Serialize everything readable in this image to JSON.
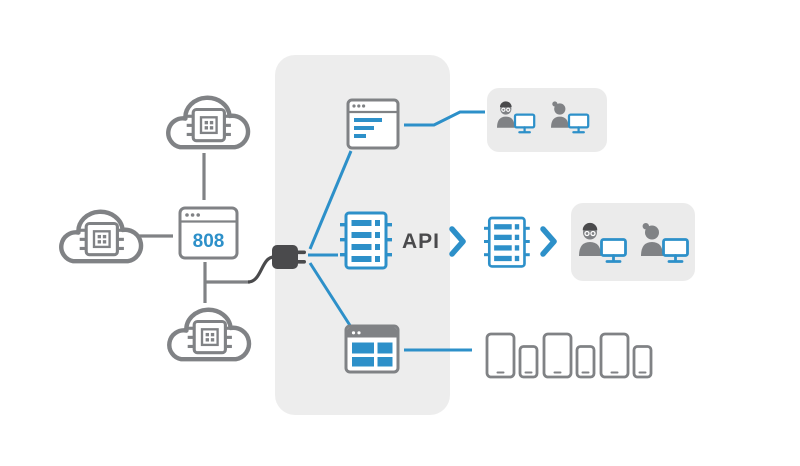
{
  "labels": {
    "gateway_number": "808",
    "api": "API"
  },
  "colors": {
    "blue": "#2d90c9",
    "gray": "#808285",
    "dark": "#4a4a4c",
    "panel": "#ededed",
    "card": "#ebebeb",
    "background": "#ffffff"
  },
  "icons": {
    "cloud-chip-icon": "cloud outline containing a CPU chip",
    "gateway-browser-icon": "browser window labeled with gateway number",
    "plug-icon": "power plug with two prongs",
    "web-browser-icon": "browser window with blue text lines",
    "server-icon": "blue server rack with connector pins",
    "grid-app-icon": "browser window with four blue tiles",
    "chevron-right-icon": "›",
    "person-icon": "person bust silhouette",
    "monitor-icon": "desktop monitor",
    "tablet-icon": "tablet outline",
    "phone-icon": "smartphone outline"
  }
}
